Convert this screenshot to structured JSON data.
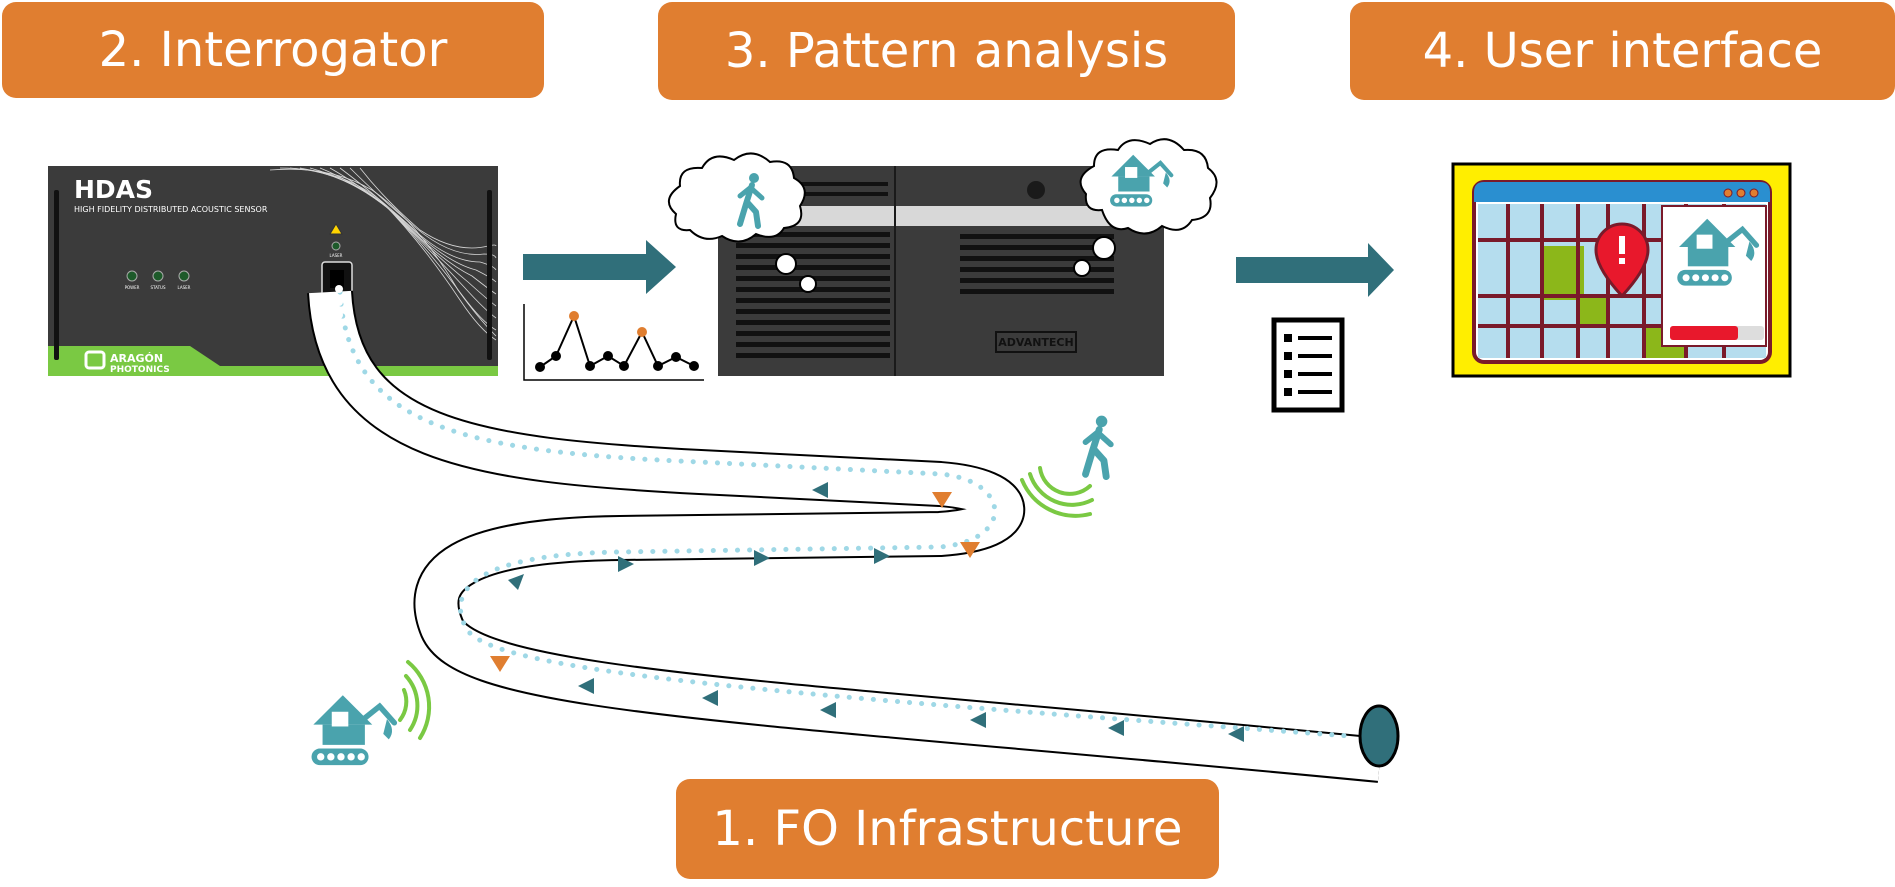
{
  "steps": {
    "interrogator": "2. Interrogator",
    "pattern": "3. Pattern analysis",
    "user_interface": "4. User interface",
    "fo": "1. FO Infrastructure"
  },
  "interrogator_device": {
    "title": "HDAS",
    "subtitle": "HIGH FIDELITY DISTRIBUTED ACOUSTIC SENSOR",
    "leds": [
      "POWER",
      "STATUS",
      "LASER"
    ],
    "laser_led": "LASER",
    "brand_line1": "ARAGÓN",
    "brand_line2": "PHOTONICS"
  },
  "server": {
    "brand": "ADVANTECH"
  },
  "colors": {
    "orange": "#e07e30",
    "teal": "#306f7a",
    "device_dark": "#3b3b3b",
    "green": "#7ac943",
    "cyan_dots": "#9fd8e6",
    "yellow": "#ffee00",
    "red": "#e8182c"
  },
  "icons": [
    "walker-icon",
    "excavator-icon",
    "report-icon",
    "alert-pin-icon",
    "arrow-right-icon"
  ]
}
